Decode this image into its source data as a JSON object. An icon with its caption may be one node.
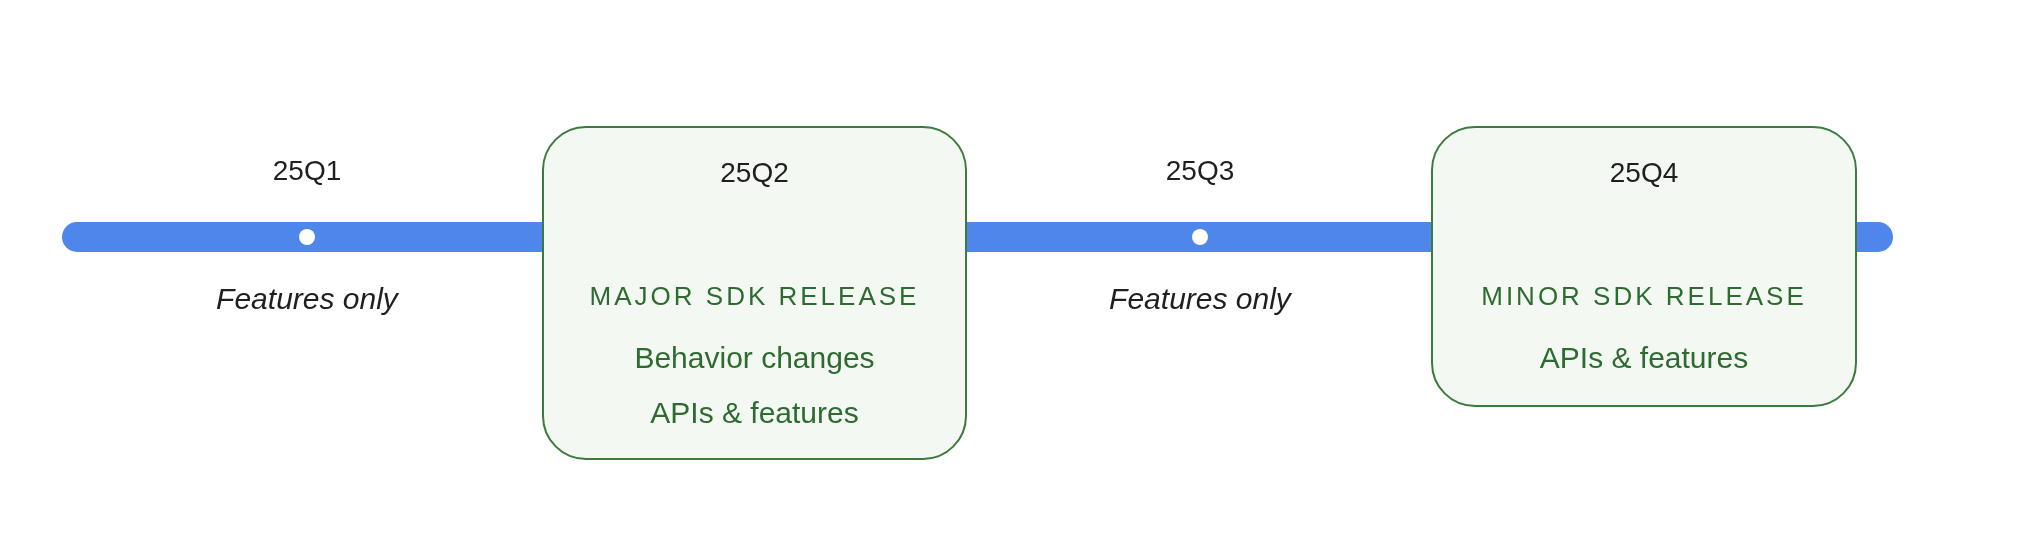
{
  "diagram": {
    "nodes": [
      {
        "text": [
          "25Q2",
          "MAJOR SDK RELEASE",
          "Behavior changes",
          "APIs & features"
        ]
      },
      {
        "text": [
          "25Q4",
          "MINOR SDK RELEASE",
          "APIs & features"
        ]
      }
    ],
    "labels": [
      "25Q1",
      "Features only",
      "25Q3",
      "Features only"
    ]
  }
}
